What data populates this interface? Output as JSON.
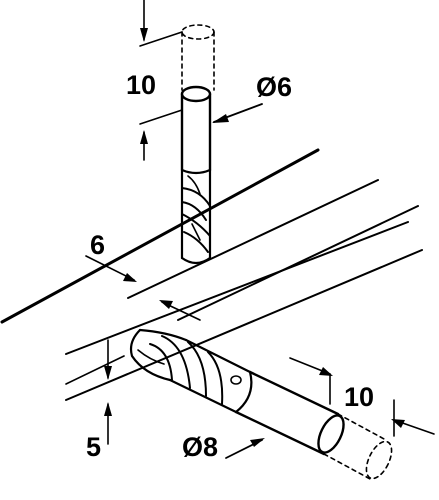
{
  "labels": {
    "top_depth": "10",
    "top_diameter": "Ø6",
    "spacing": "6",
    "bottom_depth": "10",
    "bottom_offset": "5",
    "bottom_diameter": "Ø8"
  },
  "colors": {
    "line": "#000000",
    "background": "#ffffff"
  }
}
